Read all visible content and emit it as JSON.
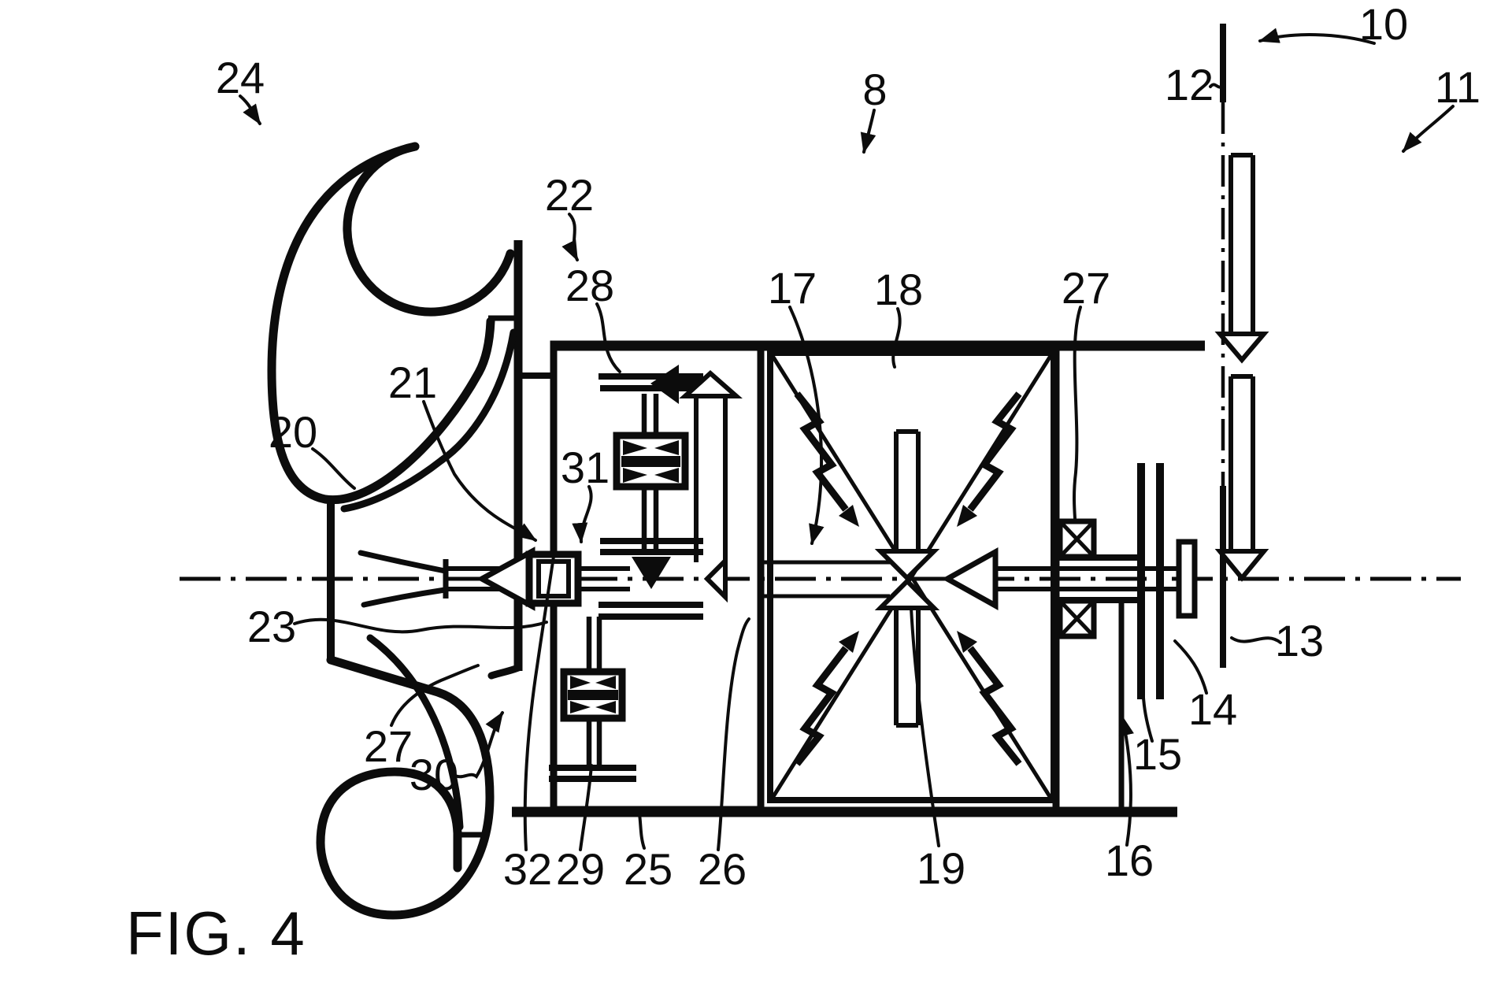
{
  "figure": {
    "caption": "FIG. 4",
    "kind": "patent-line-drawing",
    "ink_color": "#0c0c0c",
    "background_color": "#ffffff"
  },
  "labels": {
    "ref8": "8",
    "ref10": "10",
    "ref11": "11",
    "ref12": "12",
    "ref13": "13",
    "ref14": "14",
    "ref15": "15",
    "ref16": "16",
    "ref17": "17",
    "ref18": "18",
    "ref19": "19",
    "ref20": "20",
    "ref21": "21",
    "ref22": "22",
    "ref23": "23",
    "ref24": "24",
    "ref25": "25",
    "ref26": "26",
    "ref27": "27",
    "ref28": "28",
    "ref29": "29",
    "ref30": "30",
    "ref31": "31",
    "ref32": "32"
  }
}
